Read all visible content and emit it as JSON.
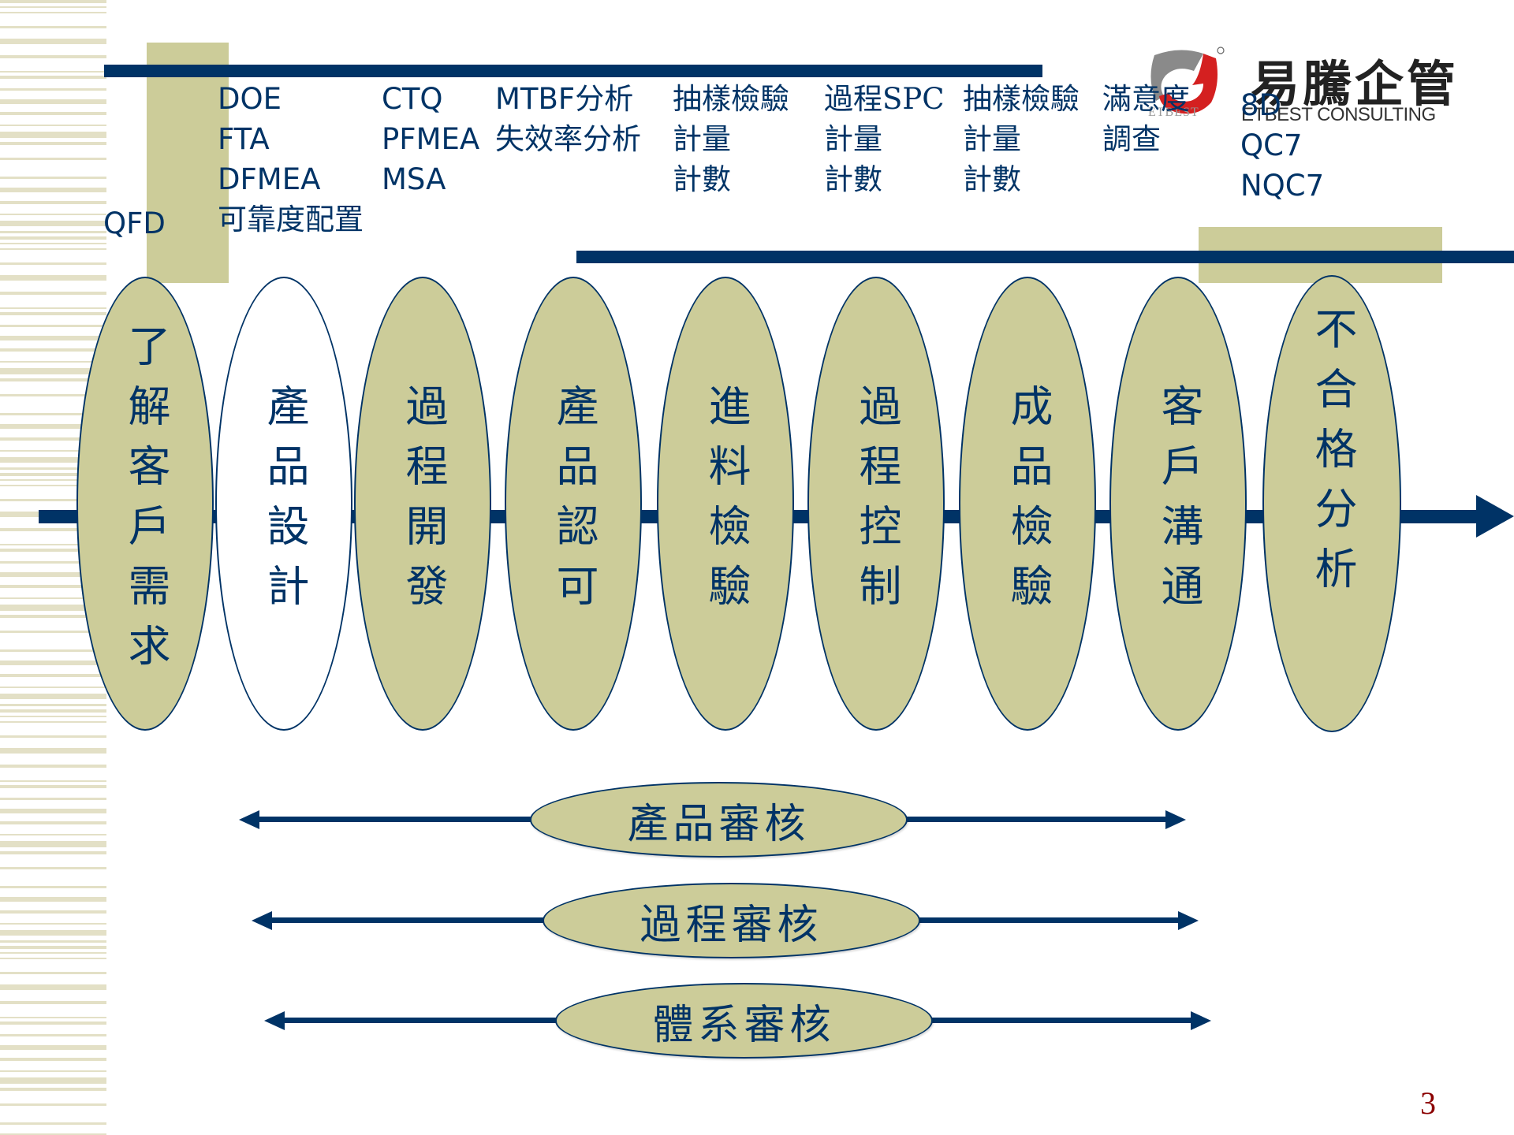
{
  "slide": {
    "page_number": "3",
    "colors": {
      "navy": "#003366",
      "khaki": "#cccc99",
      "stripe": "#e3e0c6",
      "page_number": "#8b0000"
    }
  },
  "logo": {
    "brand_cn": "易騰企管",
    "brand_en": "ETBEST CONSULTING",
    "mark_text": "ETBEST"
  },
  "tools": {
    "qfd": "QFD",
    "col1": [
      "DOE",
      "FTA",
      "DFMEA",
      "可靠度配置"
    ],
    "col2": [
      "CTQ",
      "PFMEA",
      "MSA"
    ],
    "col3": [
      "MTBF分析",
      "失效率分析"
    ],
    "col4": [
      "抽樣檢驗",
      "計量",
      "計數"
    ],
    "col5": [
      "過程SPC",
      "計量",
      "計數"
    ],
    "col6": [
      "抽樣檢驗",
      "計量",
      "計數"
    ],
    "col7": [
      "滿意度",
      "調查"
    ],
    "col8": [
      "8D",
      "QC7",
      "NQC7"
    ]
  },
  "steps": [
    {
      "label": "了解客戶需求",
      "filled": true
    },
    {
      "label": "產品設計",
      "filled": false
    },
    {
      "label": "過程開發",
      "filled": true
    },
    {
      "label": "產品認可",
      "filled": true
    },
    {
      "label": "進料檢驗",
      "filled": true
    },
    {
      "label": "過程控制",
      "filled": true
    },
    {
      "label": "成品檢驗",
      "filled": true
    },
    {
      "label": "客戶溝通",
      "filled": true
    },
    {
      "label": "不合格分析",
      "filled": true
    }
  ],
  "audits": [
    {
      "label": "產品審核"
    },
    {
      "label": "過程審核"
    },
    {
      "label": "體系審核"
    }
  ]
}
